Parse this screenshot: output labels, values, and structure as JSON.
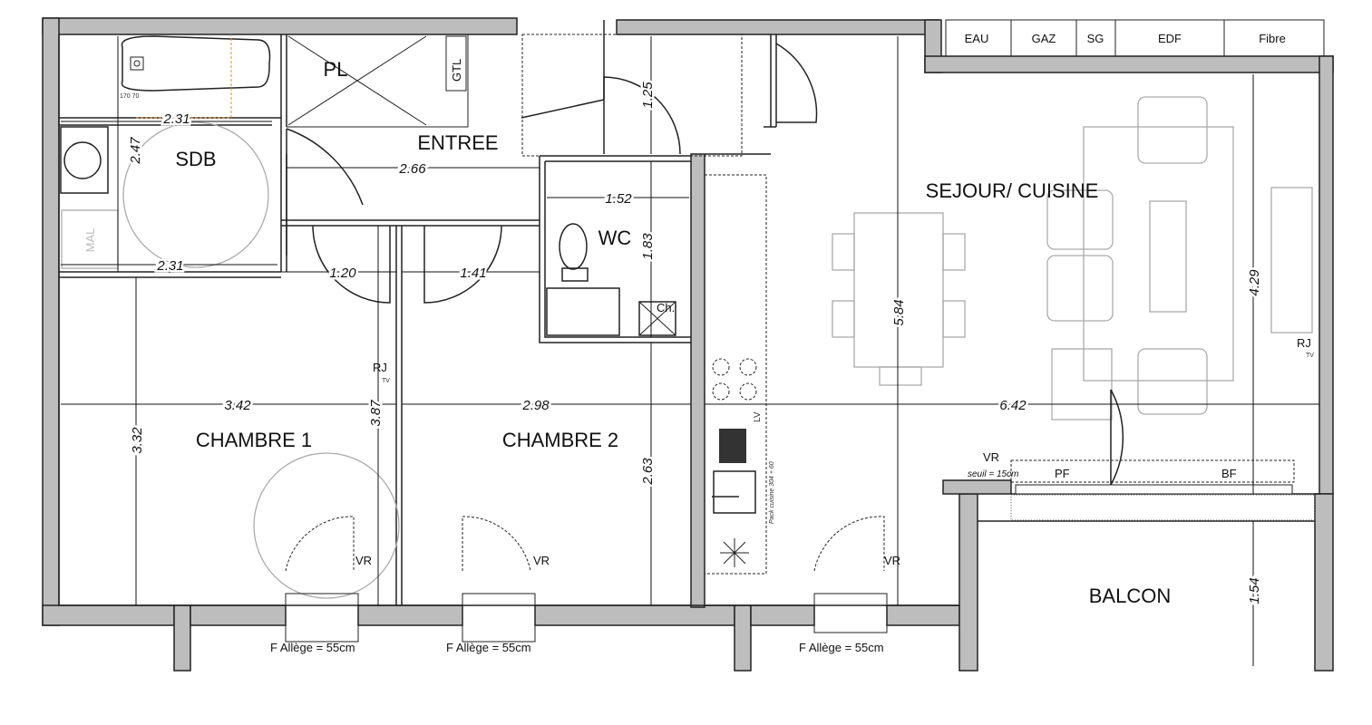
{
  "rooms": {
    "sdb": "SDB",
    "entree": "ENTREE",
    "placard": "PL",
    "gtl": "GTL",
    "wc": "WC",
    "chauffe_eau": "Ch.",
    "sejour": "SEJOUR/ CUISINE",
    "chambre1": "CHAMBRE 1",
    "chambre2": "CHAMBRE 2",
    "balcon": "BALCON"
  },
  "meters": [
    "EAU",
    "GAZ",
    "SG",
    "EDF",
    "Fibre"
  ],
  "dimensions": {
    "sdb_width_top": "2.31",
    "sdb_height": "2.47",
    "entree_width": "2.66",
    "entree_depth": "1.25",
    "wc_width": "1.52",
    "wc_depth": "1.83",
    "sdb_width_bottom": "2.31",
    "door_ch1": "1.20",
    "door_ch2": "1.41",
    "chambre1_width": "3.42",
    "chambre1_depth": "3.32",
    "chambre1_height": "3.87",
    "chambre2_width": "2.98",
    "chambre2_depth": "2.63",
    "sejour_depth": "5.84",
    "sejour_right_depth": "4.29",
    "sejour_width": "6.42",
    "balcon_depth": "1.54"
  },
  "labels": {
    "bath_size": "170 70",
    "mal": "MAL",
    "rj": "RJ",
    "tv": "TV",
    "vr": "VR",
    "lv": "LV",
    "pack_cuisine": "Pack cuisine 304 + 60",
    "seuil": "seuil = 15cm",
    "pf": "PF",
    "bf": "BF",
    "allege": "F  Allège = 55cm"
  }
}
